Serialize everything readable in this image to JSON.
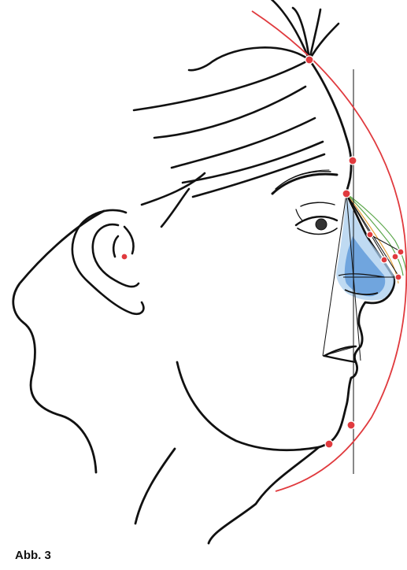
{
  "figure": {
    "caption": "Abb. 3",
    "colors": {
      "ink": "#111111",
      "arc": "#e03a3e",
      "landmark": "#e03a3e",
      "nose_fill_light": "#a9cdee",
      "nose_fill_dark": "#4f8fd6",
      "profile_green": "#5aa64a",
      "profile_orange": "#e6a13a"
    },
    "landmarks": [
      "vertex",
      "glabella",
      "nasion",
      "nasal-dorsum",
      "nose-tip",
      "subnasale",
      "chin",
      "menton",
      "porion"
    ]
  }
}
